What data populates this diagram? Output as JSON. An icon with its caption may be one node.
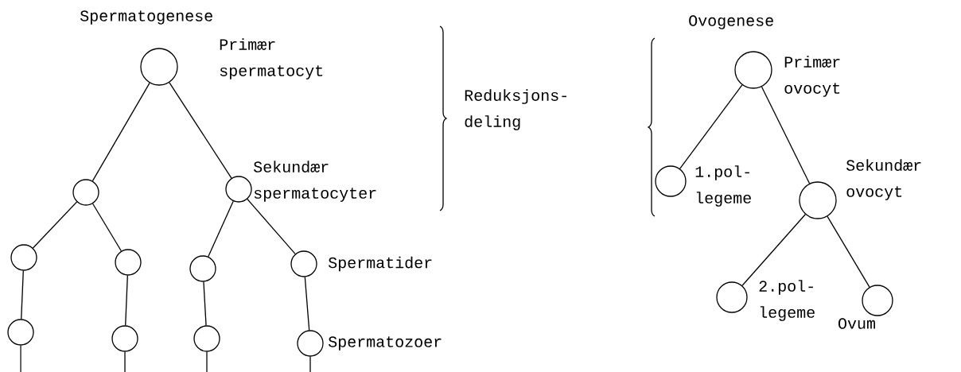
{
  "diagram": {
    "nodes": [
      {
        "text": [],
        "shape": "circle",
        "beside": [
          "Primær spermatocyt"
        ]
      },
      {
        "text": [],
        "shape": "circle"
      },
      {
        "text": [],
        "shape": "circle",
        "beside": [
          "Sekundær spermatocyter"
        ]
      },
      {
        "text": [],
        "shape": "circle"
      },
      {
        "text": [],
        "shape": "circle"
      },
      {
        "text": [],
        "shape": "circle"
      },
      {
        "text": [],
        "shape": "circle",
        "beside": [
          "Spermatider"
        ]
      },
      {
        "text": [],
        "shape": "circle"
      },
      {
        "text": [],
        "shape": "circle"
      },
      {
        "text": [],
        "shape": "circle"
      },
      {
        "text": [],
        "shape": "circle",
        "beside": [
          "Spermatozoer"
        ]
      },
      {
        "text": [],
        "shape": "circle",
        "beside": [
          "Primær ovocyt"
        ]
      },
      {
        "text": [],
        "shape": "circle",
        "beside": [
          "1.pol- legeme"
        ]
      },
      {
        "text": [],
        "shape": "circle",
        "beside": [
          "Sekundær ovocyt"
        ]
      },
      {
        "text": [],
        "shape": "circle",
        "beside": [
          "2.pol- legeme"
        ]
      },
      {
        "text": [],
        "shape": "circle",
        "beside": [
          "Ovum"
        ]
      }
    ],
    "edges": [
      {
        "from": 0,
        "to": 1,
        "arrow": "none"
      },
      {
        "from": 0,
        "to": 2,
        "arrow": "none"
      },
      {
        "from": 1,
        "to": 3,
        "arrow": "none"
      },
      {
        "from": 1,
        "to": 4,
        "arrow": "none"
      },
      {
        "from": 2,
        "to": 5,
        "arrow": "none"
      },
      {
        "from": 2,
        "to": 6,
        "arrow": "none"
      },
      {
        "from": 3,
        "to": 7,
        "arrow": "none"
      },
      {
        "from": 4,
        "to": 8,
        "arrow": "none"
      },
      {
        "from": 5,
        "to": 9,
        "arrow": "none"
      },
      {
        "from": 6,
        "to": 10,
        "arrow": "none"
      },
      {
        "from": 7,
        "to": null,
        "arrow": "none"
      },
      {
        "from": 8,
        "to": null,
        "arrow": "none"
      },
      {
        "from": 9,
        "to": null,
        "arrow": "none"
      },
      {
        "from": 10,
        "to": null,
        "arrow": "none"
      },
      {
        "from": 11,
        "to": 12,
        "arrow": "none"
      },
      {
        "from": 11,
        "to": 13,
        "arrow": "none"
      },
      {
        "from": 13,
        "to": 14,
        "arrow": "none"
      },
      {
        "from": 13,
        "to": 15,
        "arrow": "none"
      }
    ],
    "labels": [
      "Spermatogenese",
      "Ovogenese",
      "Reduksjons- deling"
    ]
  }
}
